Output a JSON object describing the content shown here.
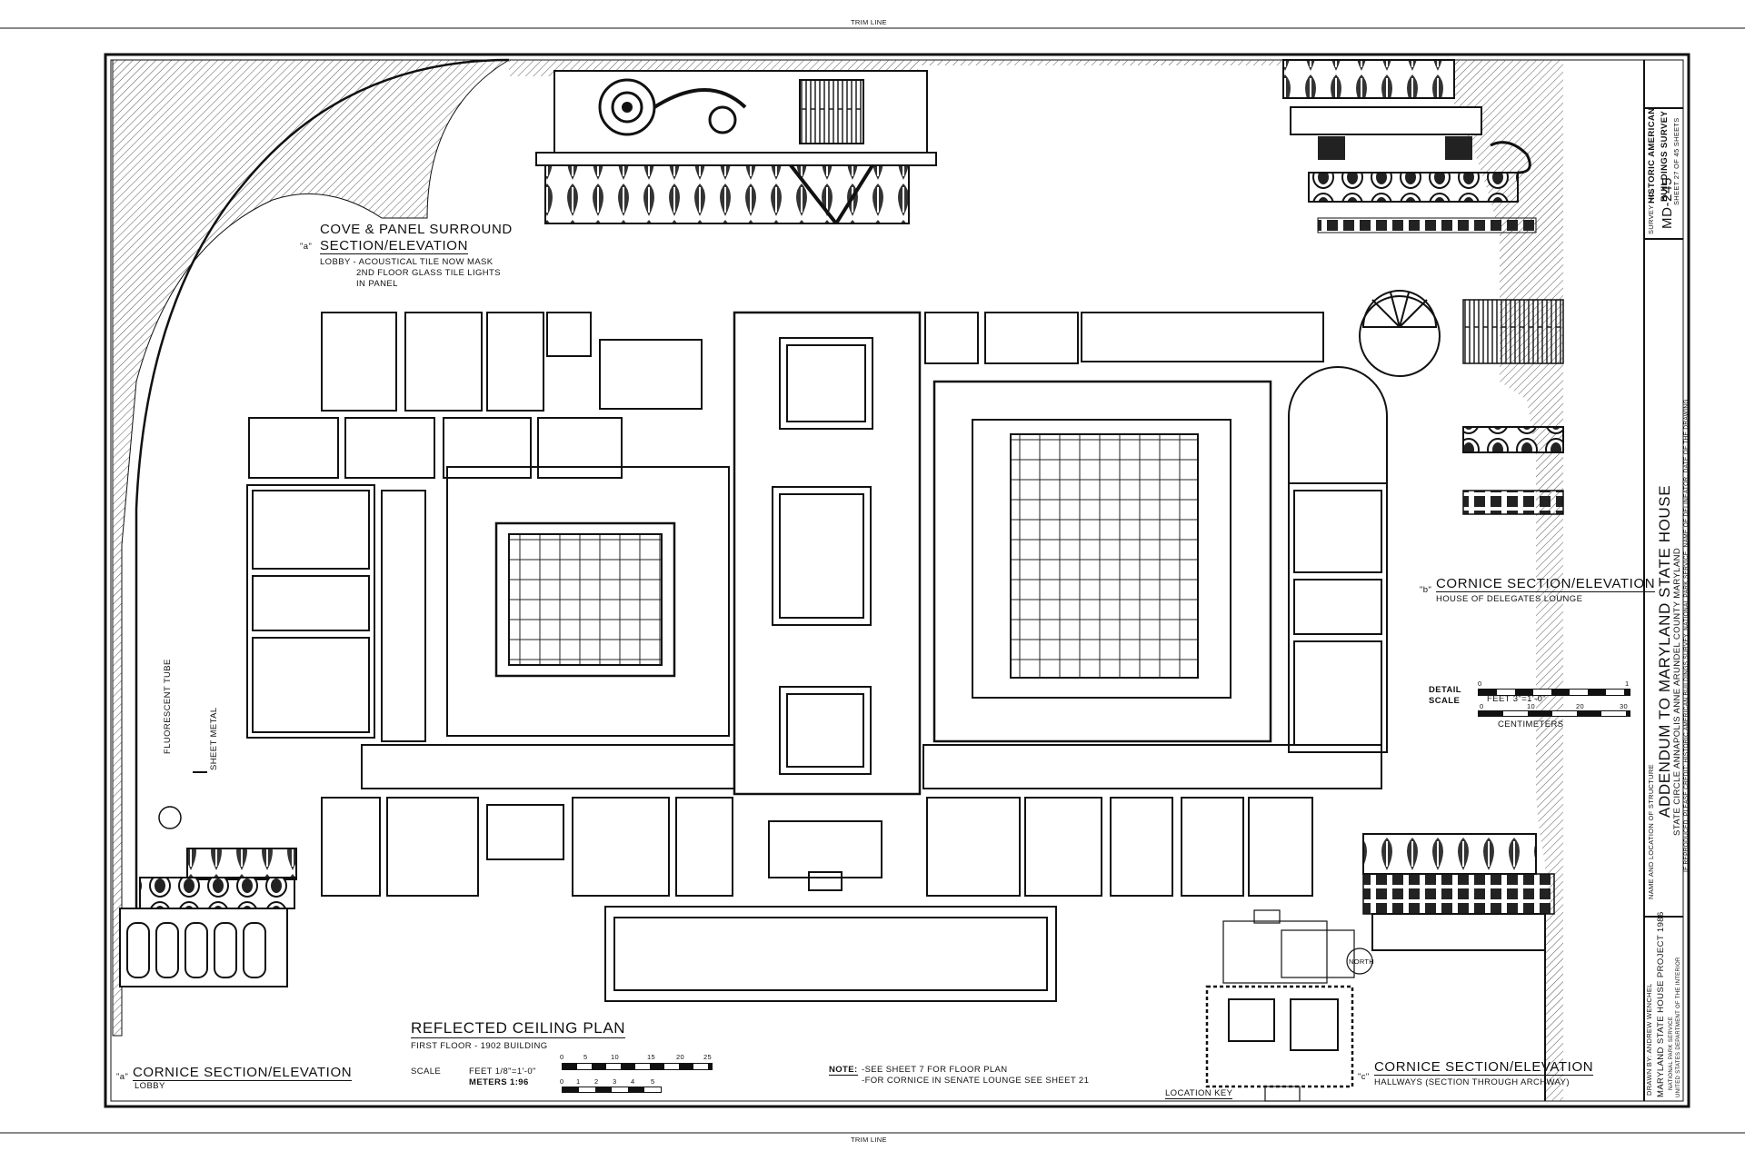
{
  "sheet": {
    "trim_top": "TRIM LINE",
    "trim_bottom": "TRIM LINE"
  },
  "details": {
    "a_top": {
      "letter": "\"a\"",
      "title1": "COVE & PANEL SURROUND",
      "title2": "SECTION/ELEVATION",
      "note1": "LOBBY - ACOUSTICAL TILE NOW MASK",
      "note2": "2ND FLOOR GLASS TILE LIGHTS",
      "note3": "IN PANEL"
    },
    "a_lobby": {
      "letter": "\"a\"",
      "title": "CORNICE SECTION/ELEVATION",
      "sub": "LOBBY"
    },
    "b": {
      "letter": "\"b\"",
      "title": "CORNICE SECTION/ELEVATION",
      "sub": "HOUSE OF DELEGATES LOUNGE"
    },
    "c": {
      "letter": "\"c\"",
      "title": "CORNICE SECTION/ELEVATION",
      "sub": "HALLWAYS (SECTION THROUGH ARCHWAY)"
    },
    "fluorescent": "FLUORESCENT TUBE",
    "sheet_metal": "SHEET METAL"
  },
  "plan": {
    "title": "REFLECTED CEILING PLAN",
    "subtitle": "FIRST FLOOR - 1902 BUILDING",
    "scale_label": "SCALE",
    "scale_feet": "FEET 1/8\"=1'-0\"",
    "scale_meters": "METERS 1:96",
    "feet_ticks": [
      "0",
      "5",
      "10",
      "15",
      "20",
      "25"
    ],
    "meter_ticks": [
      "0",
      "1",
      "2",
      "3",
      "4",
      "5"
    ],
    "note_label": "NOTE:",
    "note1": "-SEE SHEET 7 FOR FLOOR PLAN",
    "note2": "-FOR CORNICE IN SENATE LOUNGE SEE SHEET 21",
    "location_key": "LOCATION KEY",
    "north": "NORTH"
  },
  "detail_scale": {
    "label1": "DETAIL",
    "label2": "SCALE",
    "feet": "FEET 3\"=1'-0\"",
    "centimeters": "CENTIMETERS",
    "feet_ticks": [
      "0",
      "1"
    ],
    "cm_ticks": [
      "0",
      "10",
      "20",
      "30"
    ]
  },
  "title_block": {
    "name_location_label": "NAME AND LOCATION OF STRUCTURE",
    "main_title": "ADDENDUM TO MARYLAND STATE HOUSE",
    "location_line": "STATE CIRCLE          ANNAPOLIS          ANNE ARUNDEL COUNTY          MARYLAND",
    "credit_line": "IF REPRODUCED, PLEASE CREDIT: HISTORIC AMERICAN BUILDINGS SURVEY, NATIONAL PARK SERVICE, NAME OF DELINEATOR, DATE OF THE DRAWING",
    "drawn_by": "DRAWN BY: ANDREW WENCHEL",
    "project": "MARYLAND STATE HOUSE PROJECT 1986",
    "agency1": "NATIONAL PARK SERVICE",
    "agency2": "UNITED STATES DEPARTMENT OF THE INTERIOR",
    "survey_no_label": "SURVEY NO.",
    "survey_no": "MD-245",
    "habs1": "HISTORIC AMERICAN",
    "habs2": "BUILDINGS SURVEY",
    "sheet_count": "SHEET 27 OF 45 SHEETS"
  }
}
